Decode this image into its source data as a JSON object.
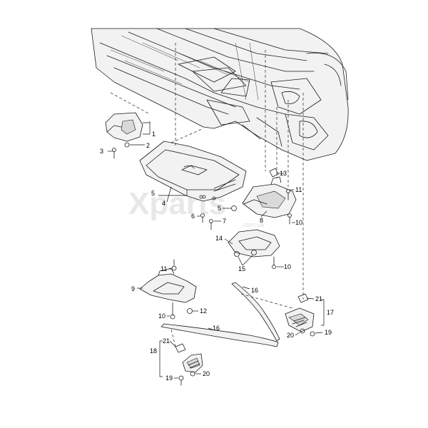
{
  "watermark": {
    "brand": "Xparts",
    "domain": ".com.ua"
  },
  "callouts": [
    {
      "id": "c1",
      "label": "1"
    },
    {
      "id": "c2",
      "label": "2"
    },
    {
      "id": "c3",
      "label": "3"
    },
    {
      "id": "c4",
      "label": "4"
    },
    {
      "id": "c5a",
      "label": "5"
    },
    {
      "id": "c5b",
      "label": "5"
    },
    {
      "id": "c6",
      "label": "6"
    },
    {
      "id": "c7",
      "label": "7"
    },
    {
      "id": "c8",
      "label": "8"
    },
    {
      "id": "c9",
      "label": "9"
    },
    {
      "id": "c10a",
      "label": "10"
    },
    {
      "id": "c10b",
      "label": "10"
    },
    {
      "id": "c10c",
      "label": "10"
    },
    {
      "id": "c11a",
      "label": "11"
    },
    {
      "id": "c11b",
      "label": "11"
    },
    {
      "id": "c12",
      "label": "12"
    },
    {
      "id": "c13",
      "label": "13"
    },
    {
      "id": "c14",
      "label": "14"
    },
    {
      "id": "c15",
      "label": "15"
    },
    {
      "id": "c16a",
      "label": "16"
    },
    {
      "id": "c16b",
      "label": "16"
    },
    {
      "id": "c17",
      "label": "17"
    },
    {
      "id": "c18",
      "label": "18"
    },
    {
      "id": "c19a",
      "label": "19"
    },
    {
      "id": "c19b",
      "label": "19"
    },
    {
      "id": "c20a",
      "label": "20"
    },
    {
      "id": "c20b",
      "label": "20"
    },
    {
      "id": "c21a",
      "label": "21"
    },
    {
      "id": "c21b",
      "label": "21"
    }
  ]
}
